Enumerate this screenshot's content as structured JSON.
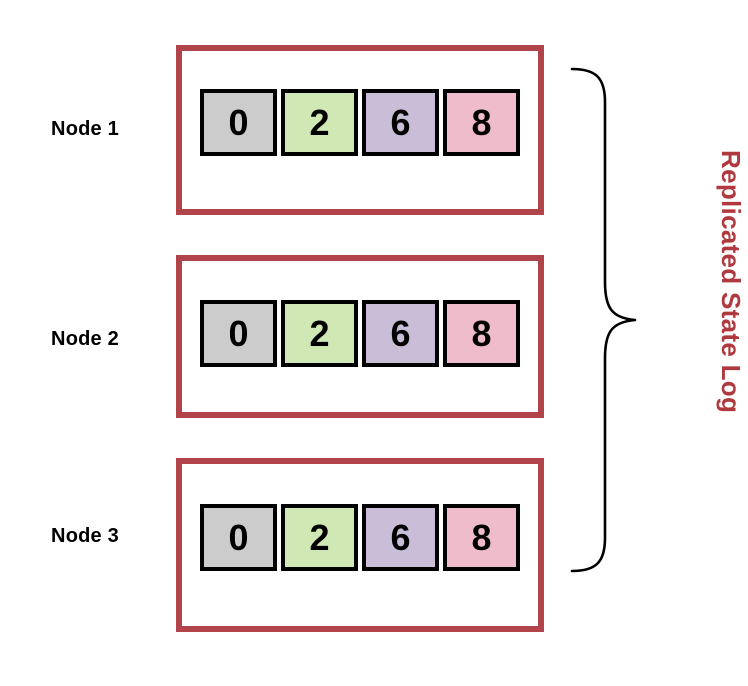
{
  "diagram": {
    "title": "Replicated State Log",
    "colors": {
      "node_border": "#b0444a",
      "annotation_text": "#b0393f",
      "cell_border": "#000000",
      "background": "#ffffff",
      "cell_gray": "#cccccc",
      "cell_green": "#cfe8b4",
      "cell_purple": "#c9bdd8",
      "cell_pink": "#eebccb"
    },
    "nodes": [
      {
        "label": "Node 1",
        "entries": [
          {
            "value": "0",
            "color": "#cccccc",
            "color_name": "gray"
          },
          {
            "value": "2",
            "color": "#cfe8b4",
            "color_name": "green"
          },
          {
            "value": "6",
            "color": "#c9bdd8",
            "color_name": "purple"
          },
          {
            "value": "8",
            "color": "#eebccb",
            "color_name": "pink"
          }
        ]
      },
      {
        "label": "Node 2",
        "entries": [
          {
            "value": "0",
            "color": "#cccccc",
            "color_name": "gray"
          },
          {
            "value": "2",
            "color": "#cfe8b4",
            "color_name": "green"
          },
          {
            "value": "6",
            "color": "#c9bdd8",
            "color_name": "purple"
          },
          {
            "value": "8",
            "color": "#eebccb",
            "color_name": "pink"
          }
        ]
      },
      {
        "label": "Node 3",
        "entries": [
          {
            "value": "0",
            "color": "#cccccc",
            "color_name": "gray"
          },
          {
            "value": "2",
            "color": "#cfe8b4",
            "color_name": "green"
          },
          {
            "value": "6",
            "color": "#c9bdd8",
            "color_name": "purple"
          },
          {
            "value": "8",
            "color": "#eebccb",
            "color_name": "pink"
          }
        ]
      }
    ],
    "annotation": {
      "text": "Replicated State Log",
      "icon": "curly-brace-right"
    }
  }
}
